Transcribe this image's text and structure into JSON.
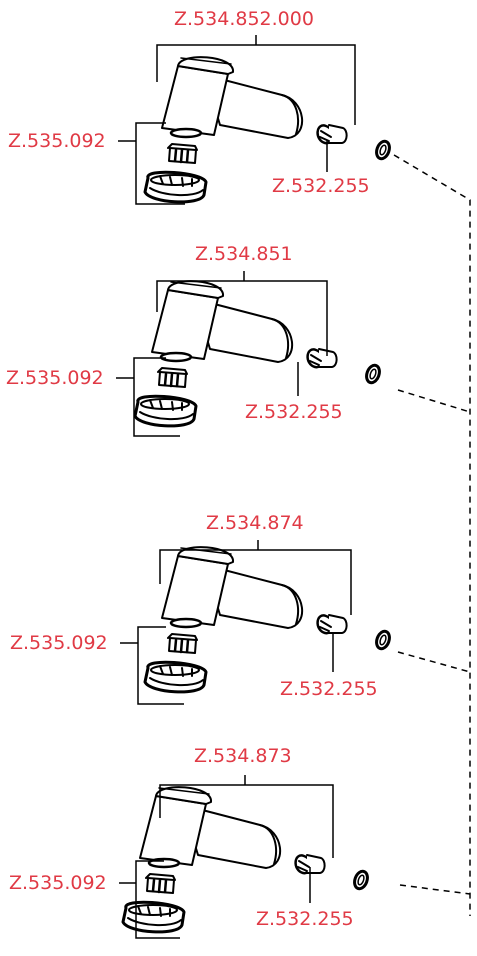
{
  "colors": {
    "label": "#e03a45",
    "line": "#000000",
    "background": "#ffffff"
  },
  "assemblies": [
    {
      "body_code": "Z.534.852.000",
      "left_code": "Z.535.092",
      "right_code": "Z.532.255"
    },
    {
      "body_code": "Z.534.851",
      "left_code": "Z.535.092",
      "right_code": "Z.532.255"
    },
    {
      "body_code": "Z.534.874",
      "left_code": "Z.535.092",
      "right_code": "Z.532.255"
    },
    {
      "body_code": "Z.534.873",
      "left_code": "Z.535.092",
      "right_code": "Z.532.255"
    }
  ]
}
